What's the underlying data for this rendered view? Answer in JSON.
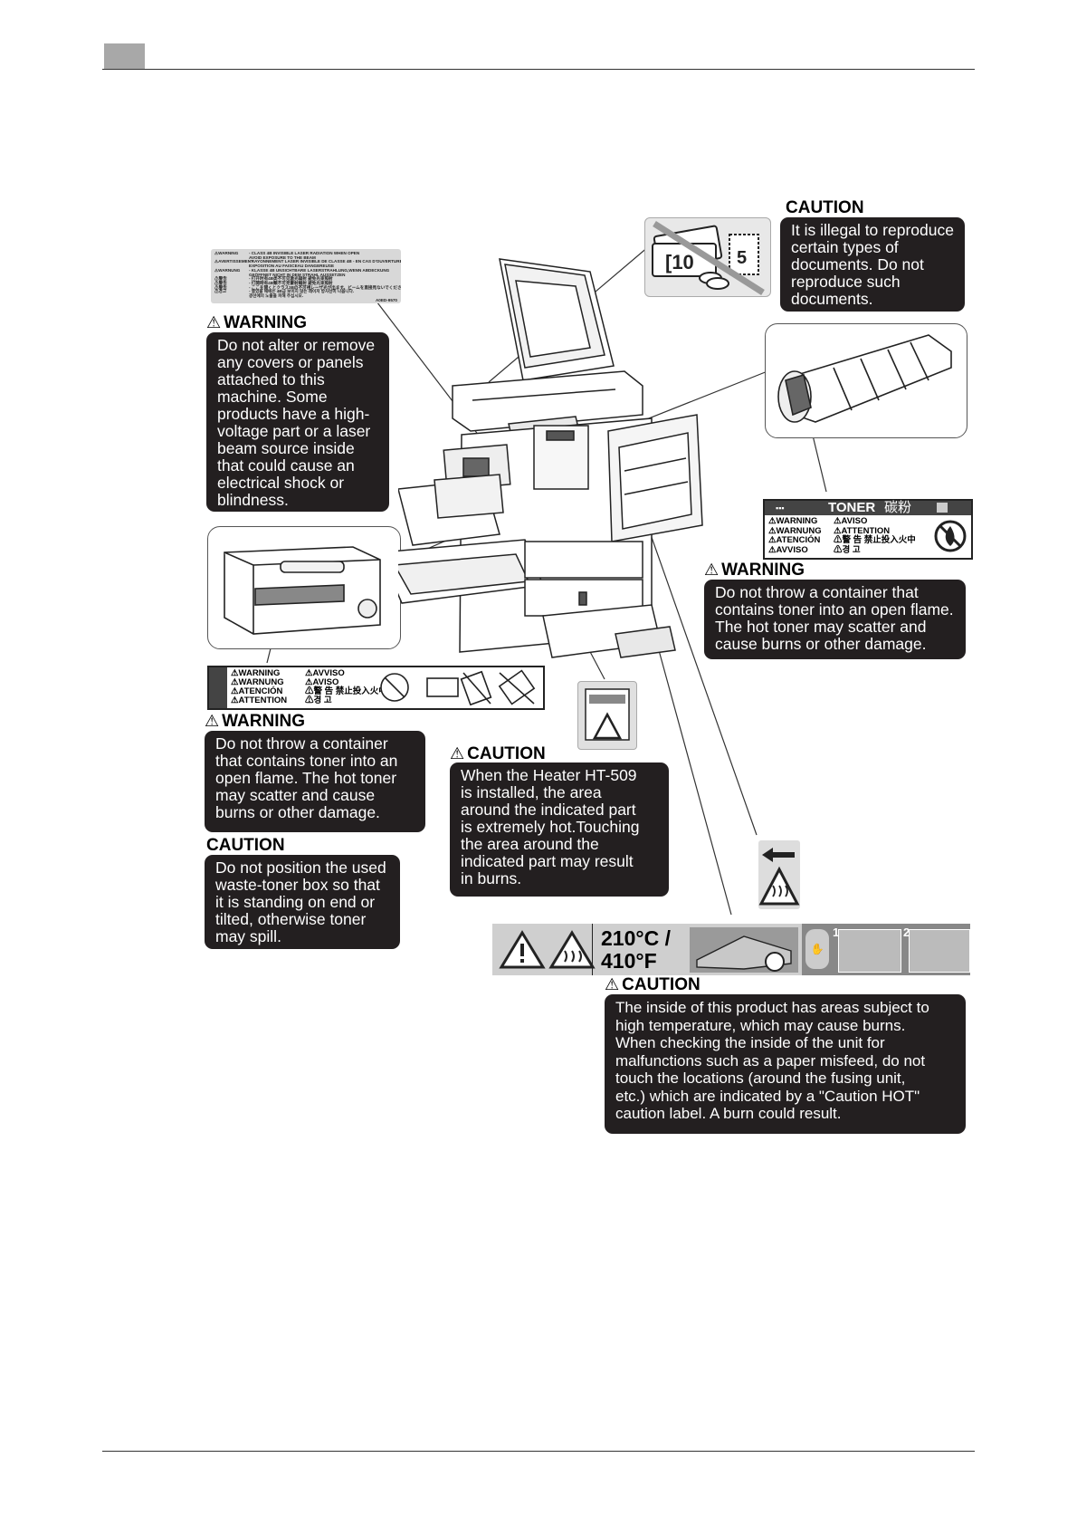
{
  "callouts": {
    "reproduce": {
      "heading": "CAUTION",
      "lines": [
        "It is illegal to reproduce",
        "certain types of",
        "documents. Do not",
        "reproduce such",
        "documents."
      ]
    },
    "covers": {
      "heading": "WARNING",
      "lines": [
        "Do not alter or remove",
        "any covers or panels",
        "attached to this",
        "machine. Some",
        "products have a high-",
        "voltage part or a laser",
        "beam source inside",
        "that could cause an",
        "electrical shock or",
        "blindness."
      ]
    },
    "toner_right": {
      "heading": "WARNING",
      "lines": [
        "Do not throw a container that",
        "contains toner into an open flame.",
        "The hot toner may scatter and",
        "cause burns or other damage."
      ]
    },
    "toner_left": {
      "heading": "WARNING",
      "lines": [
        "Do not throw a container",
        "that contains toner into an",
        "open flame. The hot toner",
        "may scatter and cause",
        "burns or other damage."
      ]
    },
    "waste_box": {
      "heading": "CAUTION",
      "lines": [
        "Do not position the used",
        "waste-toner box so that",
        "it is standing on end or",
        "tilted, otherwise toner",
        "may spill."
      ]
    },
    "heater": {
      "heading": "CAUTION",
      "lines": [
        "When the Heater HT-509",
        "is installed, the area",
        "around the indicated part",
        "is extremely hot.Touching",
        "the area around the",
        "indicated part may result",
        "in burns."
      ]
    },
    "inside_hot": {
      "heading": "CAUTION",
      "lines": [
        "The inside of this product has areas subject to",
        "high temperature, which may cause burns.",
        "When checking the inside of the unit for",
        "malfunctions such as a paper misfeed, do not",
        "touch the locations (around the fusing unit,",
        "etc.) which are indicated by a \"Caution HOT\"",
        "caution label. A burn could result."
      ]
    }
  },
  "labels": {
    "laser": {
      "rows": [
        [
          "⚠WARNING",
          "- CLASS 4B INVISIBLE LASER RADIATION WHEN OPEN"
        ],
        [
          "",
          "AVOID EXPOSURE TO THE BEAM"
        ],
        [
          "⚠AVERTISSEMENT",
          "- RAYONNEMENT LASER INVISIBLE DE CLASSE 4B - EN CAS D'OUVERTURE"
        ],
        [
          "",
          "EXPOSITION AU FAISCEAU DANGEREUSE"
        ],
        [
          "⚠WARNUNG",
          "- KLASSE 4B UNSICHTBARE LASERSTRAHLUNG,WENN ABDECKUNG"
        ],
        [
          "",
          "GEÖFFNET NICHT IN DEM STRAHL AUSSETZEN"
        ],
        [
          "⚠警告",
          "- 打开时有4B类不可见激光辐射 避免光束照射"
        ],
        [
          "⚠警告",
          "- 打開時有4B類不可見雷射輻射 避免光束照射"
        ],
        [
          "⚠警告",
          "- ここを開くとクラス3Bの不可視レーザ光が出ます。ビームを直接見ないでください。"
        ],
        [
          "⚠경고",
          "- 열었을 때에는 4B급 보이지 않는 레이저 방사선이 나옵니다."
        ],
        [
          "",
          "광선에의 노출을 피해 주십시오."
        ]
      ],
      "code": "A0ED-9570"
    },
    "toner": {
      "title": "TONER",
      "title_cn": "碳粉",
      "col1": [
        "⚠WARNING",
        "⚠WARNUNG",
        "⚠ATENCIÓN",
        "⚠AVVISO"
      ],
      "col2": [
        "⚠AVISO",
        "⚠ATTENTION",
        "⚠警 告 禁止投入火中",
        "⚠경 고"
      ]
    },
    "waste": {
      "col1": [
        "⚠WARNING",
        "⚠WARNUNG",
        "⚠ATENCIÓN",
        "⚠ATTENTION"
      ],
      "col2": [
        "⚠AVVISO",
        "⚠AVISO",
        "⚠警 告 禁止投入火中",
        "⚠경 고"
      ]
    },
    "temp": {
      "line1": "210°C /",
      "line2": "410°F",
      "step1": "1",
      "step2": "2"
    }
  },
  "colors": {
    "box_bg": "#231f20",
    "label_grey": "#d8d8d8",
    "header_grey": "#a8a8a8"
  },
  "icons": [
    "warning-triangle-icon",
    "hot-surface-icon",
    "no-fire-icon",
    "arrow-left-icon",
    "banknote-icon",
    "stamp-icon",
    "coin-icon"
  ]
}
